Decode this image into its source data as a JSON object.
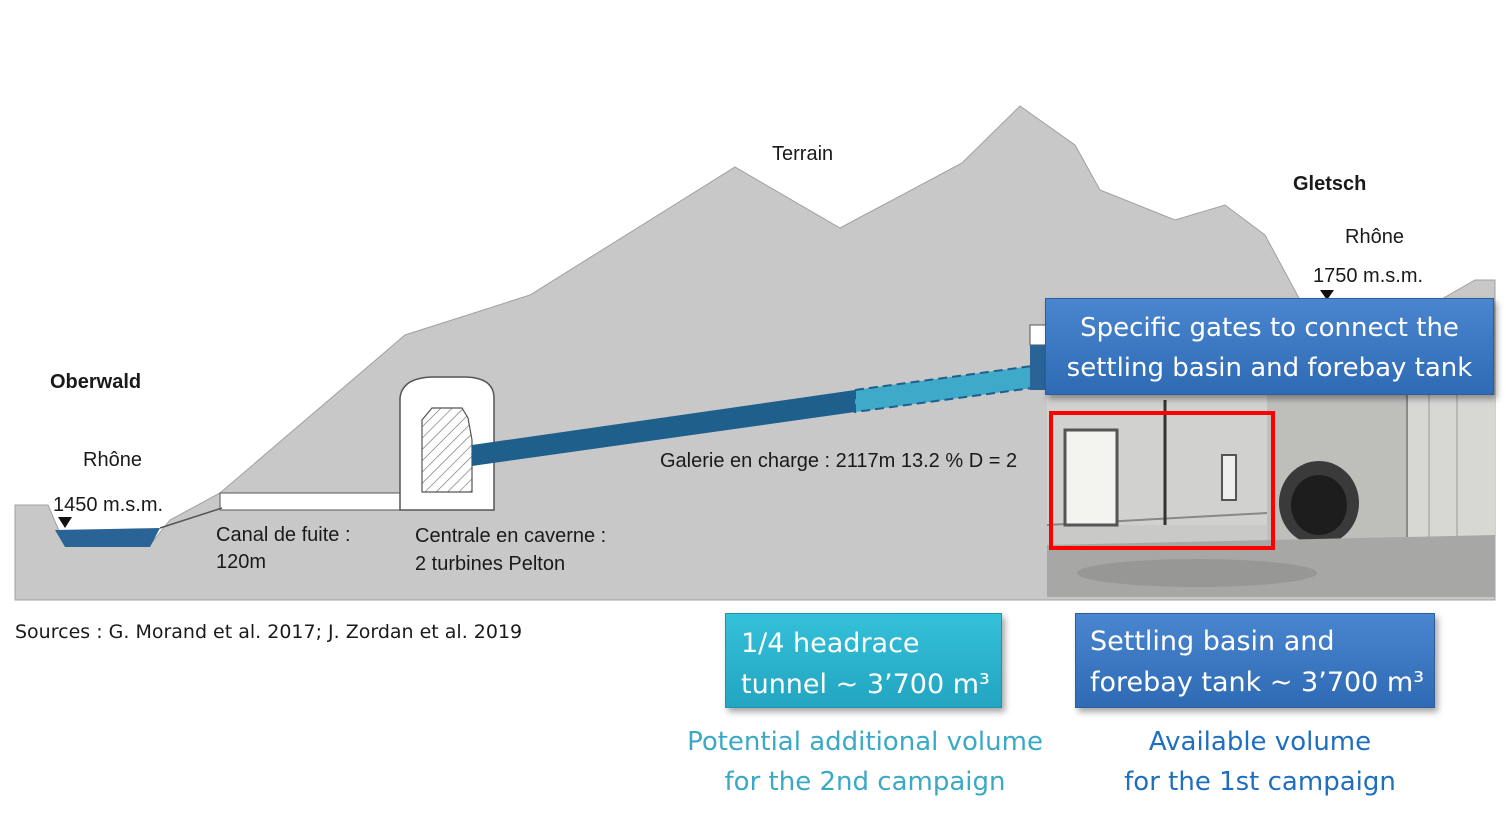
{
  "labels": {
    "terrain": "Terrain",
    "oberwald": "Oberwald",
    "gletsch": "Gletsch",
    "rhone_left": "Rhône",
    "rhone_right": "Rhône",
    "elev_left": "1450 m.s.m.",
    "elev_right": "1750 m.s.m.",
    "canal_line1": "Canal de fuite :",
    "canal_line2": "120m",
    "centrale_line1": "Centrale en caverne :",
    "centrale_line2": "2 turbines Pelton",
    "galerie": "Galerie en charge : 2117m 13.2 % D = 2"
  },
  "sources": "Sources : G. Morand et al. 2017; J. Zordan et al. 2019",
  "callouts": {
    "gates_line1": "Specific gates to connect the",
    "gates_line2": "settling basin and forebay tank",
    "headrace_line1": "1/4 headrace",
    "headrace_line2": "tunnel ~ 3’700 m³",
    "settling_line1": "Settling basin and",
    "settling_line2": "forebay tank ~ 3’700 m³"
  },
  "captions": {
    "potential_line1": "Potential additional volume",
    "potential_line2": "for the 2nd campaign",
    "available_line1": "Available volume",
    "available_line2": "for the 1st campaign"
  },
  "colors": {
    "terrain": "#c8c8c8",
    "tunnel": "#1f5f8b",
    "tunnel_quarter": "#3fa9c9",
    "water": "#2a6496",
    "callout_blue": "#3a78c2",
    "callout_teal": "#2bb5cf",
    "highlight": "#ff0000",
    "caption_teal": "#3aa9c6",
    "caption_blue": "#1f6fbf"
  }
}
